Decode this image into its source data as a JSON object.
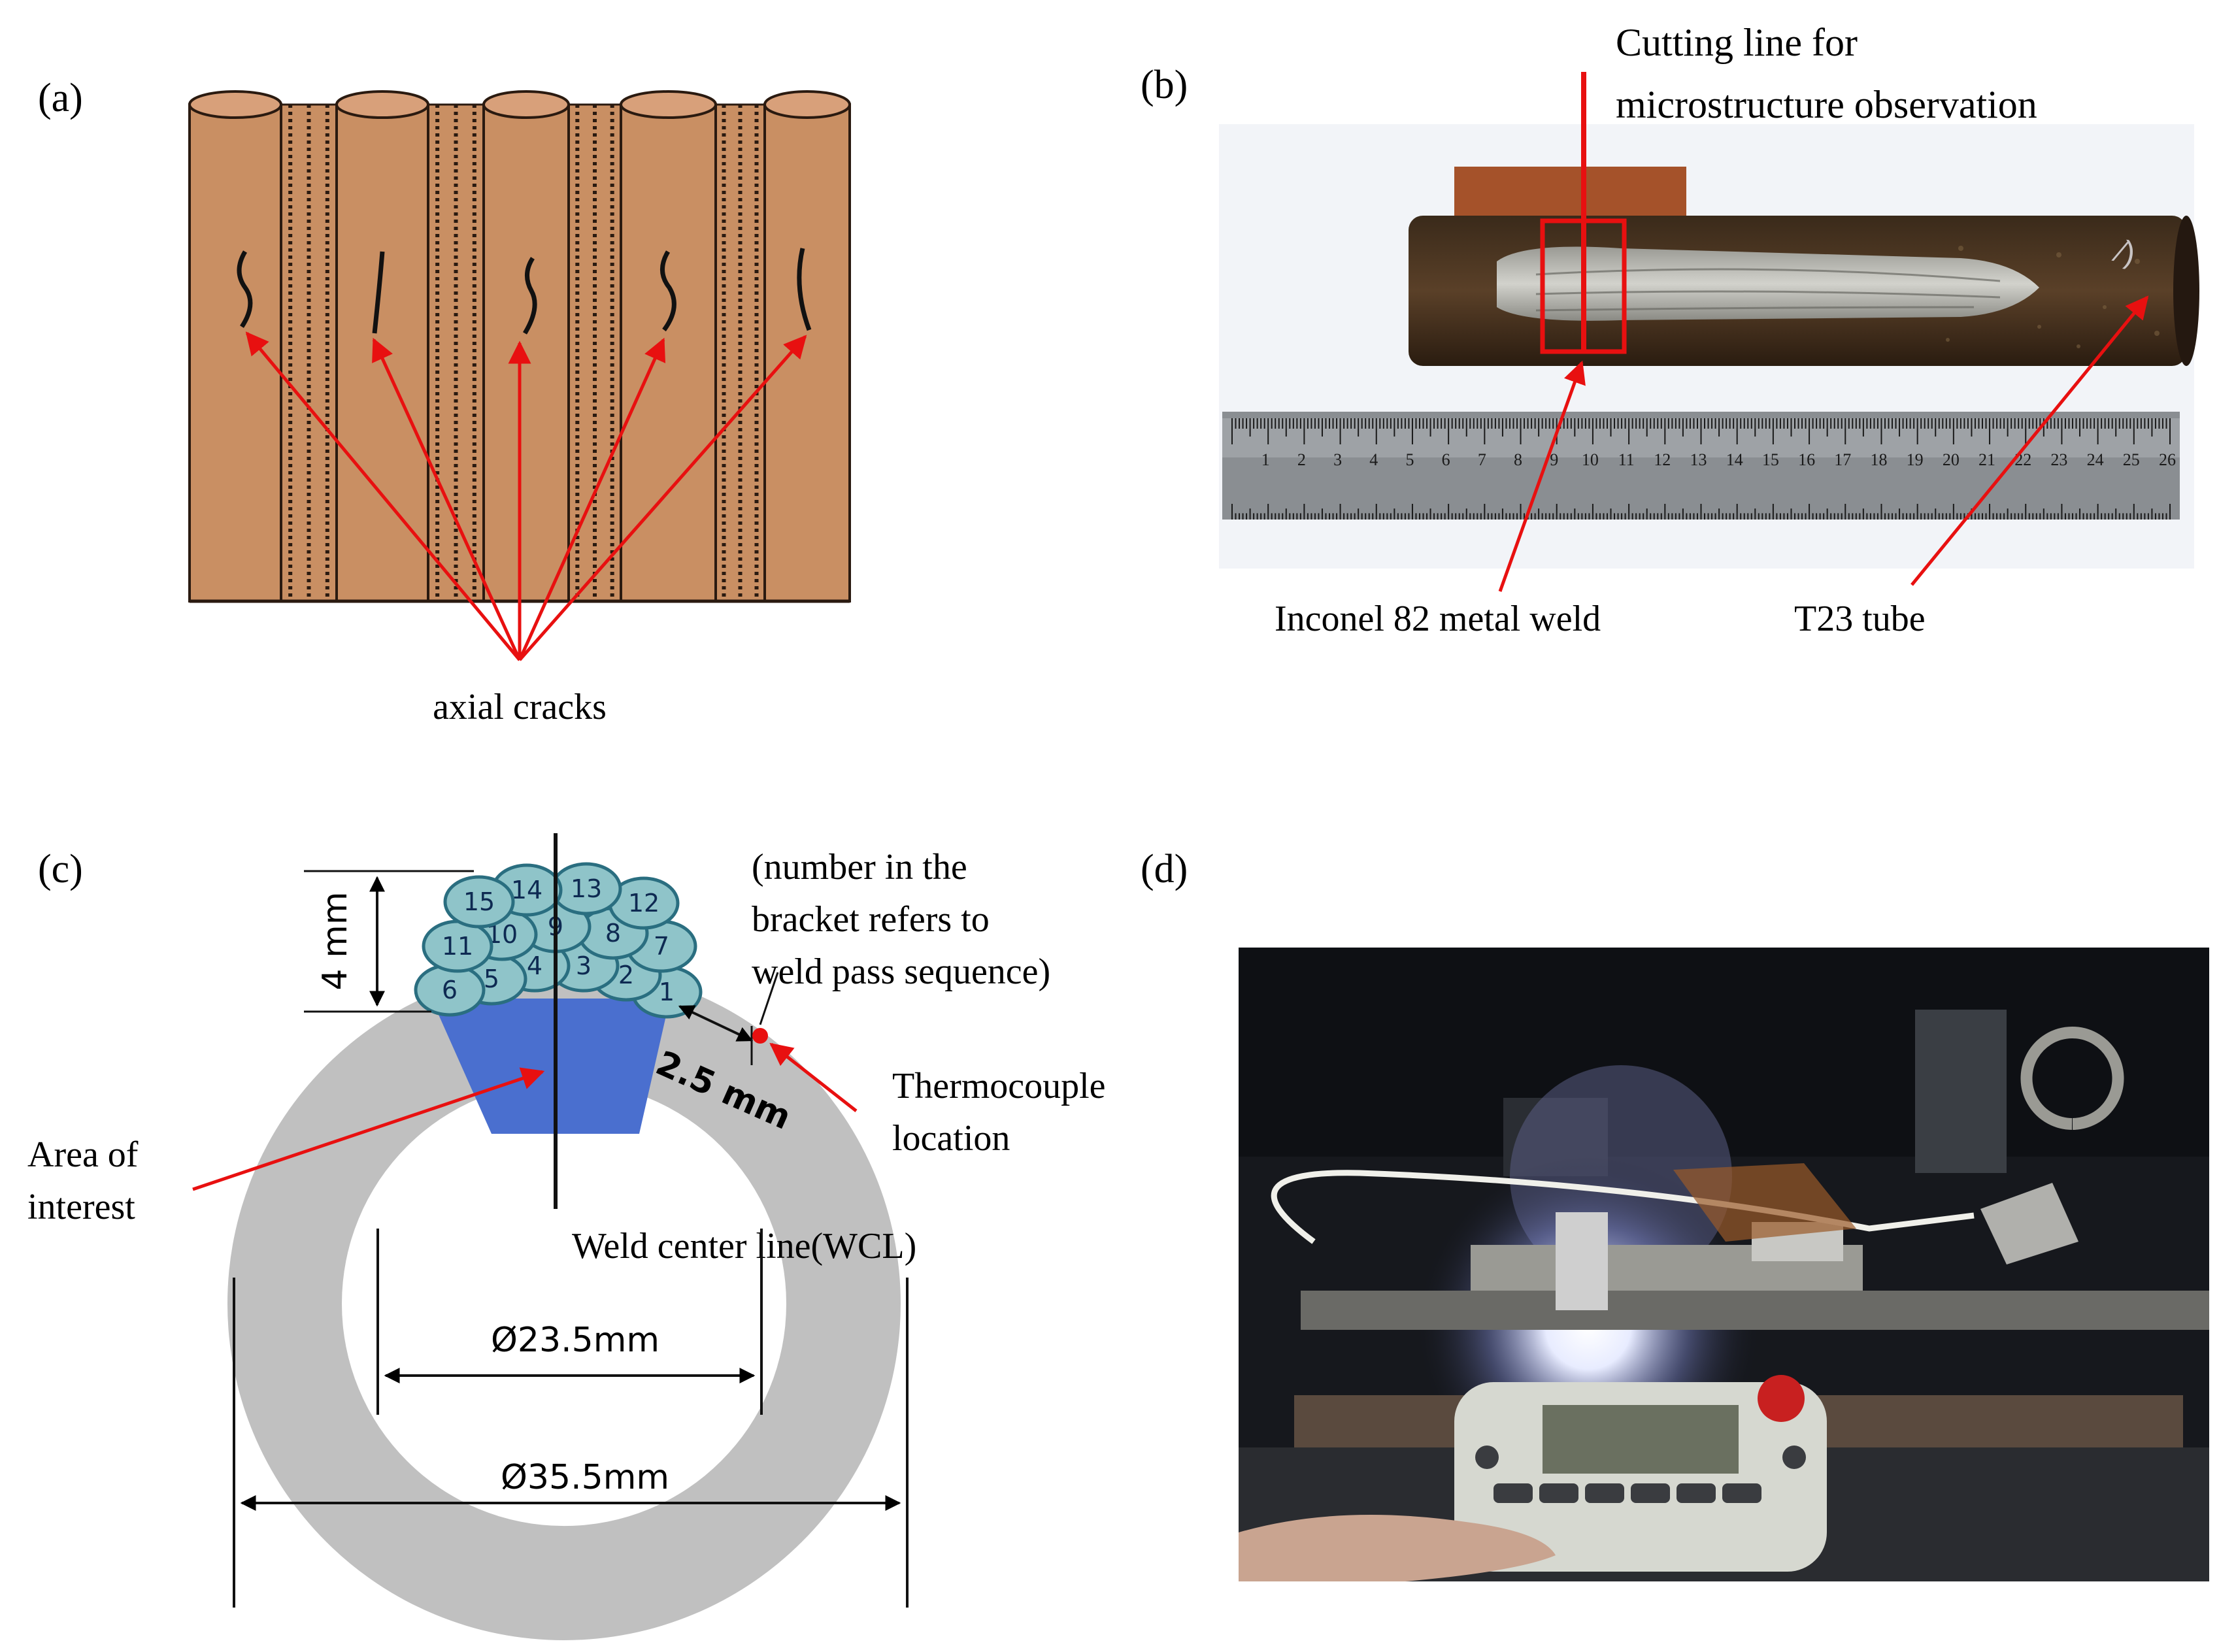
{
  "panels": {
    "a": {
      "tag": "(a)",
      "callout": "axial cracks"
    },
    "b": {
      "tag": "(b)",
      "cutting_line_label_1": "Cutting line for",
      "cutting_line_label_2": "microstructure observation",
      "weld_label": "Inconel 82 metal weld",
      "tube_label": "T23 tube",
      "ruler_numbers": [
        "1",
        "2",
        "3",
        "4",
        "5",
        "6",
        "7",
        "8",
        "9",
        "10",
        "11",
        "12",
        "13",
        "14",
        "15",
        "16",
        "17",
        "18",
        "19",
        "20",
        "21",
        "22",
        "23",
        "24",
        "25",
        "26"
      ]
    },
    "c": {
      "tag": "(c)",
      "height_dim": "4 mm",
      "offset_dim": "2.5 mm",
      "note_1": "(number in the",
      "note_2": "bracket refers to",
      "note_3": "weld pass sequence)",
      "thermo_1": "Thermocouple",
      "thermo_2": "location",
      "aoi_1": "Area of",
      "aoi_2": "interest",
      "wcl": "Weld center line(WCL)",
      "inner_dia": "Ø23.5mm",
      "outer_dia": "Ø35.5mm",
      "passes": [
        "1",
        "2",
        "3",
        "4",
        "5",
        "6",
        "7",
        "8",
        "9",
        "10",
        "11",
        "12",
        "13",
        "14",
        "15"
      ]
    },
    "d": {
      "tag": "(d)"
    }
  },
  "colors": {
    "tube": "#c98f63",
    "tube_edge": "#2a1a10",
    "arrow": "#e81010",
    "ring": "#c0c0c0",
    "area_of_interest": "#4a6fcf",
    "weld_bead": "#8fc4c9"
  }
}
